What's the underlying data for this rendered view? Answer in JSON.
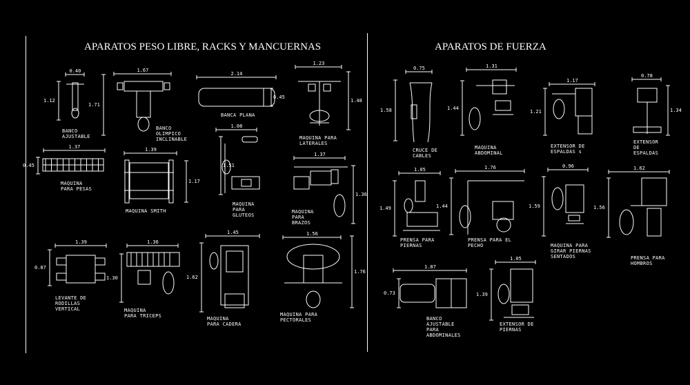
{
  "sections": {
    "left_title": "APARATOS PESO LIBRE, RACKS Y MANCUERNAS",
    "right_title": "APARATOS DE FUERZA"
  },
  "equipment": [
    {
      "id": "banco-ajustable",
      "label": "BANCO\nAJUSTABLE",
      "dims": [
        "0.40",
        "1.12"
      ]
    },
    {
      "id": "banco-olimpico",
      "label": "BANCO\nOLIMPICO\nINCLINABLE",
      "dims": [
        "1.67",
        "1.71"
      ]
    },
    {
      "id": "banca-plana",
      "label": "BANCA PLANA",
      "dims": [
        "2.14",
        "0.45"
      ]
    },
    {
      "id": "maquina-laterales",
      "label": "MAQUINA PARA\nLATERALES",
      "dims": [
        "1.23",
        "1.48"
      ]
    },
    {
      "id": "maquina-pesas",
      "label": "MAQUINA\nPARA PESAS",
      "dims": [
        "1.37",
        "0.45"
      ]
    },
    {
      "id": "maquina-smith",
      "label": "MAQUINA SMITH",
      "dims": [
        "1.39",
        "1.17"
      ]
    },
    {
      "id": "maquina-gluteos",
      "label": "MAQUINA\nPARA\nGLUTEOS",
      "dims": [
        "1.08",
        "1.51"
      ]
    },
    {
      "id": "maquina-brazos",
      "label": "MAQUINA\nPARA\nBRAZOS",
      "dims": [
        "1.37",
        "1.36"
      ]
    },
    {
      "id": "levante-rodillas",
      "label": "LEVANTE DE\nRODILLAS\nVERTICAL",
      "dims": [
        "1.39",
        "0.87"
      ]
    },
    {
      "id": "maquina-triceps",
      "label": "MAQUINA\nPARA TRICEPS",
      "dims": [
        "1.36",
        "1.30"
      ]
    },
    {
      "id": "maquina-cadera",
      "label": "MAQUINA\nPARA CADERA",
      "dims": [
        "1.45",
        "1.62"
      ]
    },
    {
      "id": "maquina-pectorales",
      "label": "MAQUINA PARA\nPECTORALES",
      "dims": [
        "1.56",
        "1.76"
      ]
    },
    {
      "id": "cruce-cables",
      "label": "CRUCE DE\nCABLES",
      "dims": [
        "0.75",
        "1.58"
      ]
    },
    {
      "id": "maquina-abdominal",
      "label": "MAQUINA\nABDOMINAL",
      "dims": [
        "1.31",
        "1.44"
      ]
    },
    {
      "id": "extensor-espaldas-s",
      "label": "EXTENSOR DE\nESPALDAS s",
      "dims": [
        "1.17",
        "1.21"
      ]
    },
    {
      "id": "extensor-espaldas",
      "label": "EXTENSOR\nDE\nESPALDAS",
      "dims": [
        "0.78",
        "1.34"
      ]
    },
    {
      "id": "prensa-piernas",
      "label": "PRENSA PARA\nPIERNAS",
      "dims": [
        "1.05",
        "1.49"
      ]
    },
    {
      "id": "prensa-pecho",
      "label": "PRENSA PARA EL\nPECHO",
      "dims": [
        "1.76",
        "1.44"
      ]
    },
    {
      "id": "girar-piernas",
      "label": "MAQUINA PARA\nGIRAR PIERNAS\nSENTADOS",
      "dims": [
        "0.96",
        "1.59"
      ]
    },
    {
      "id": "prensa-hombros",
      "label": "PRENSA PARA\nHOMBROS",
      "dims": [
        "1.62",
        "1.56"
      ]
    },
    {
      "id": "banco-abdominales",
      "label": "BANCO\nAJUSTABLE\nPARA\nABDOMINALES",
      "dims": [
        "1.87",
        "0.73"
      ]
    },
    {
      "id": "extensor-piernas",
      "label": "EXTENSOR DE\nPIERNAS",
      "dims": [
        "1.05",
        "1.39"
      ]
    }
  ],
  "colors": {
    "background": "#000000",
    "line": "#ffffff"
  }
}
